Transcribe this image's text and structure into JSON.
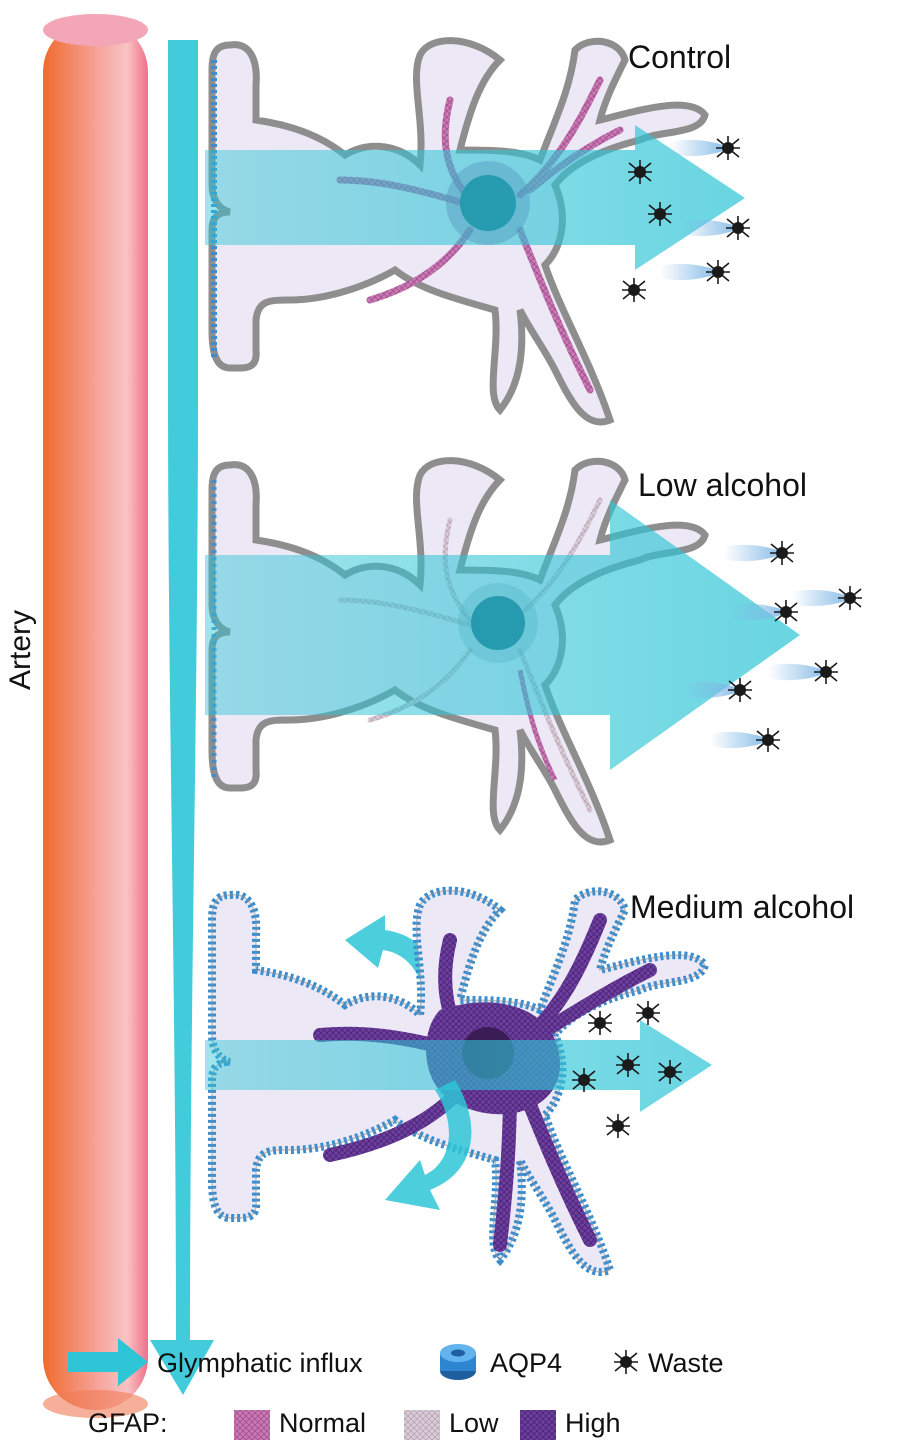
{
  "artery": {
    "label": "Artery"
  },
  "panels": [
    {
      "title": "Control"
    },
    {
      "title": "Low alcohol"
    },
    {
      "title": "Medium alcohol"
    }
  ],
  "legend": {
    "influx": "Glymphatic influx",
    "aqp4": "AQP4",
    "waste": "Waste",
    "gfap_prefix": "GFAP:",
    "gfap_normal": "Normal",
    "gfap_low": "Low",
    "gfap_high": "High"
  },
  "colors": {
    "artery": "#f06a45",
    "artery_highlight": "#f8b2b2",
    "flow": "#2ec5d6",
    "membrane": "#8e8e8e",
    "aqp4": "#3a8ed0",
    "cell_fill": "#ece8f4",
    "gfap_normal": "#c06aa8",
    "gfap_low": "#c8b9c8",
    "gfap_high": "#6a3b9a",
    "nucleus": "#1c5f78"
  }
}
